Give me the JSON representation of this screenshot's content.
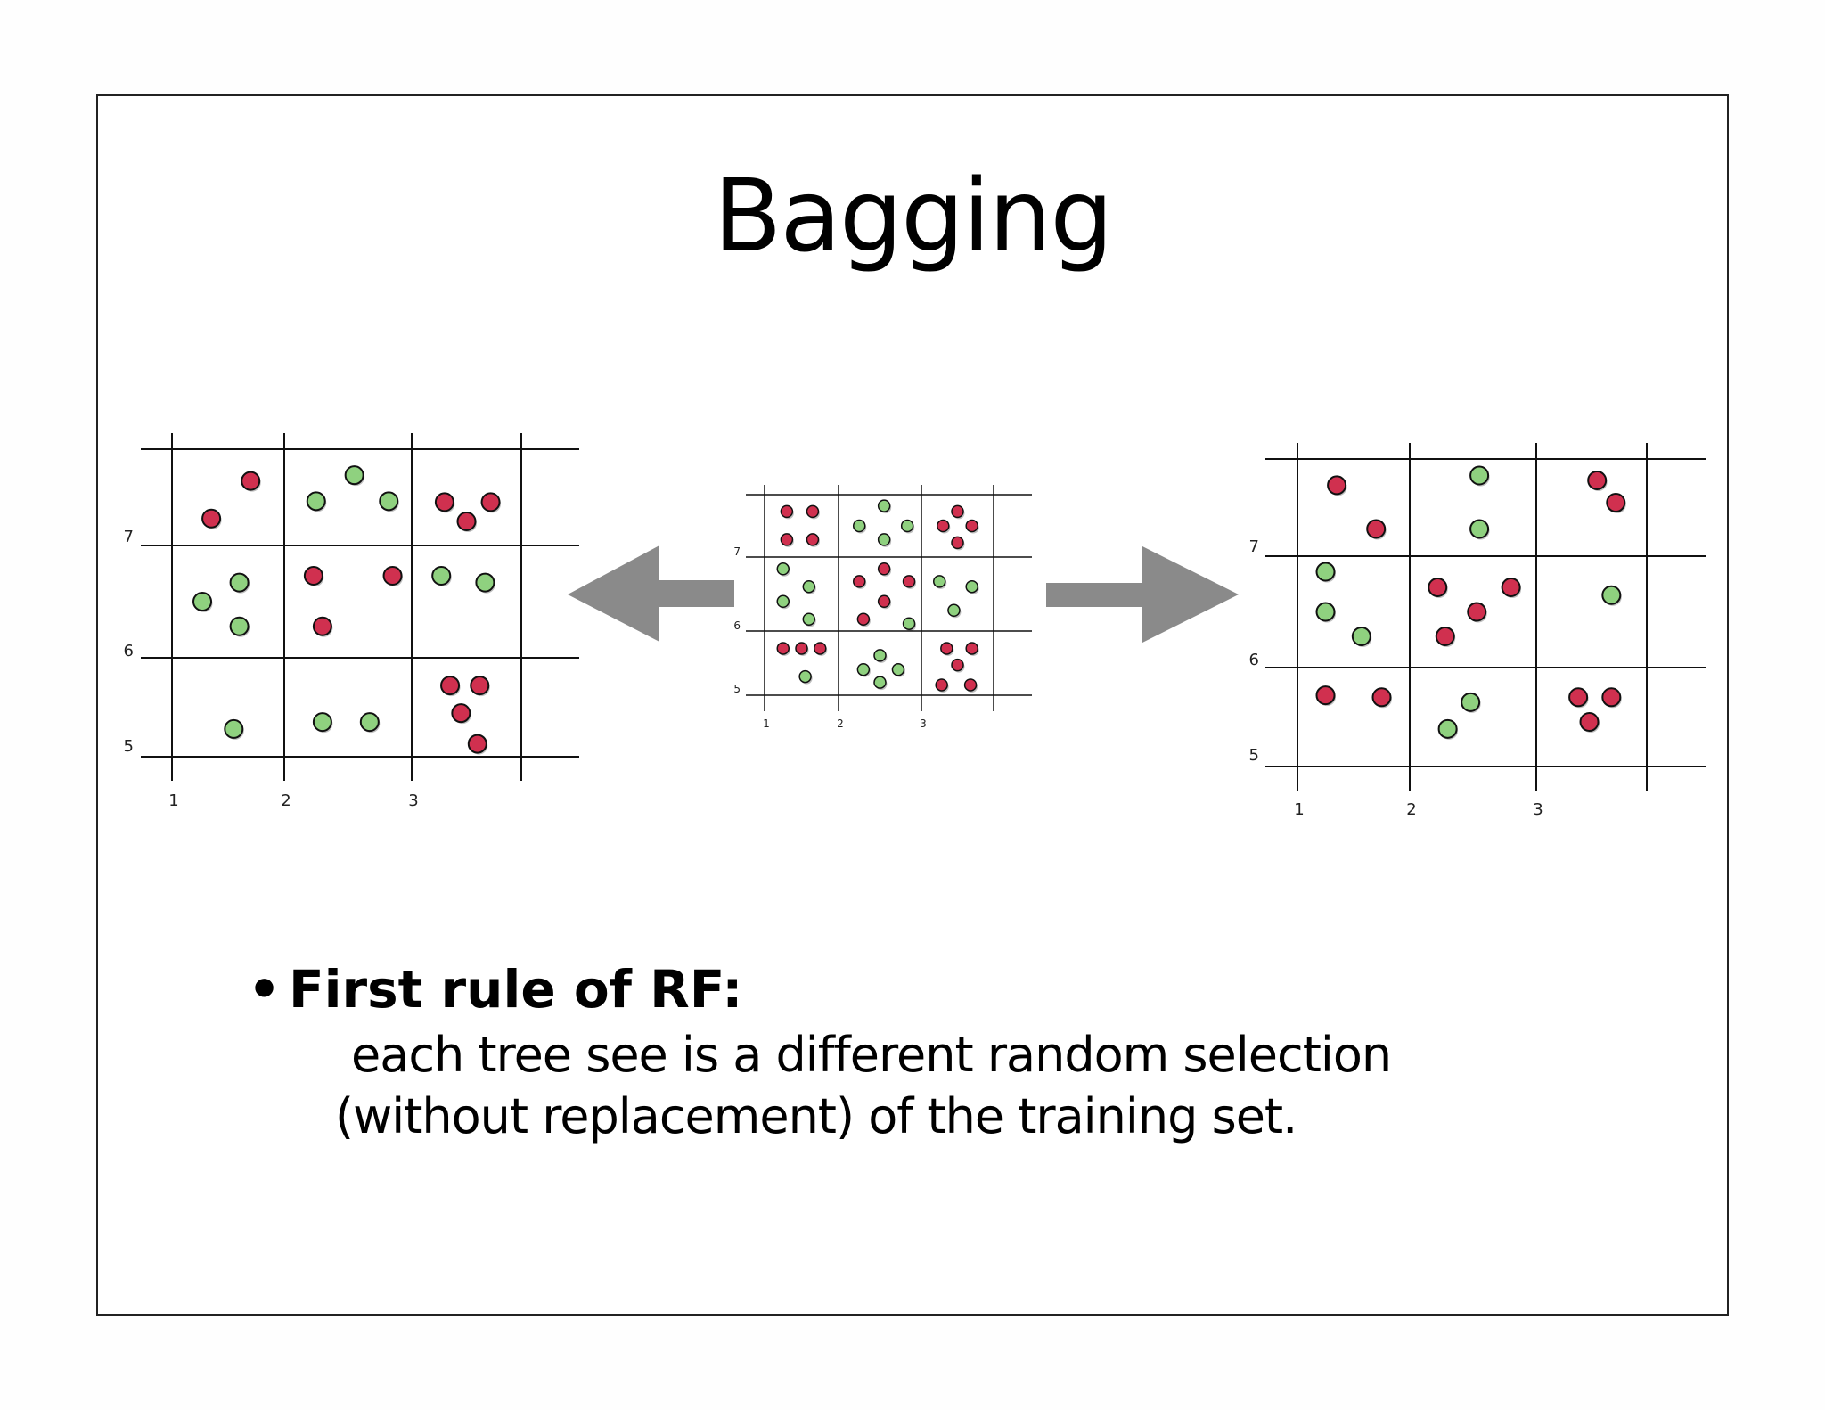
{
  "slide": {
    "title": "Bagging",
    "bullet": {
      "heading": "First rule of RF:",
      "line1": "each tree see is a different random selection",
      "line2": "(without replacement) of the training set."
    }
  },
  "colors": {
    "red": "#d0304f",
    "green": "#8fd17f",
    "arrow": "#8a8a8a",
    "grid": "#111111"
  },
  "diagrams": {
    "center": {
      "x_ticks": [
        "1",
        "2",
        "3"
      ],
      "y_ticks": [
        "7",
        "6",
        "5"
      ],
      "points": [
        {
          "x": 1.3,
          "y": 7.73,
          "c": "red"
        },
        {
          "x": 1.65,
          "y": 7.73,
          "c": "red"
        },
        {
          "x": 1.3,
          "y": 7.28,
          "c": "red"
        },
        {
          "x": 1.65,
          "y": 7.28,
          "c": "red"
        },
        {
          "x": 2.25,
          "y": 7.5,
          "c": "green"
        },
        {
          "x": 2.55,
          "y": 7.82,
          "c": "green"
        },
        {
          "x": 2.55,
          "y": 7.28,
          "c": "green"
        },
        {
          "x": 2.83,
          "y": 7.5,
          "c": "green"
        },
        {
          "x": 3.5,
          "y": 7.73,
          "c": "red"
        },
        {
          "x": 3.3,
          "y": 7.5,
          "c": "red"
        },
        {
          "x": 3.7,
          "y": 7.5,
          "c": "red"
        },
        {
          "x": 3.5,
          "y": 7.23,
          "c": "red"
        },
        {
          "x": 1.25,
          "y": 6.84,
          "c": "green"
        },
        {
          "x": 1.6,
          "y": 6.6,
          "c": "green"
        },
        {
          "x": 1.25,
          "y": 6.4,
          "c": "green"
        },
        {
          "x": 1.6,
          "y": 6.16,
          "c": "green"
        },
        {
          "x": 2.25,
          "y": 6.67,
          "c": "red"
        },
        {
          "x": 2.55,
          "y": 6.84,
          "c": "red"
        },
        {
          "x": 2.85,
          "y": 6.67,
          "c": "red"
        },
        {
          "x": 2.55,
          "y": 6.4,
          "c": "red"
        },
        {
          "x": 2.3,
          "y": 6.16,
          "c": "red"
        },
        {
          "x": 2.85,
          "y": 6.1,
          "c": "green"
        },
        {
          "x": 3.25,
          "y": 6.67,
          "c": "green"
        },
        {
          "x": 3.7,
          "y": 6.6,
          "c": "green"
        },
        {
          "x": 3.45,
          "y": 6.28,
          "c": "green"
        },
        {
          "x": 1.25,
          "y": 5.73,
          "c": "red"
        },
        {
          "x": 1.5,
          "y": 5.73,
          "c": "red"
        },
        {
          "x": 1.75,
          "y": 5.73,
          "c": "red"
        },
        {
          "x": 1.55,
          "y": 5.29,
          "c": "green"
        },
        {
          "x": 2.5,
          "y": 5.62,
          "c": "green"
        },
        {
          "x": 2.3,
          "y": 5.4,
          "c": "green"
        },
        {
          "x": 2.72,
          "y": 5.4,
          "c": "green"
        },
        {
          "x": 2.5,
          "y": 5.2,
          "c": "green"
        },
        {
          "x": 3.35,
          "y": 5.73,
          "c": "red"
        },
        {
          "x": 3.7,
          "y": 5.73,
          "c": "red"
        },
        {
          "x": 3.5,
          "y": 5.47,
          "c": "red"
        },
        {
          "x": 3.28,
          "y": 5.16,
          "c": "red"
        },
        {
          "x": 3.68,
          "y": 5.16,
          "c": "red"
        }
      ]
    },
    "left": {
      "x_ticks": [
        "1",
        "2",
        "3"
      ],
      "y_ticks": [
        "7",
        "6",
        "5"
      ],
      "points": [
        {
          "x": 1.7,
          "y": 7.67,
          "c": "red"
        },
        {
          "x": 1.35,
          "y": 7.28,
          "c": "red"
        },
        {
          "x": 2.25,
          "y": 7.46,
          "c": "green"
        },
        {
          "x": 2.55,
          "y": 7.73,
          "c": "green"
        },
        {
          "x": 2.82,
          "y": 7.46,
          "c": "green"
        },
        {
          "x": 3.3,
          "y": 7.45,
          "c": "red"
        },
        {
          "x": 3.5,
          "y": 7.25,
          "c": "red"
        },
        {
          "x": 3.72,
          "y": 7.45,
          "c": "red"
        },
        {
          "x": 1.6,
          "y": 6.67,
          "c": "green"
        },
        {
          "x": 1.27,
          "y": 6.5,
          "c": "green"
        },
        {
          "x": 1.6,
          "y": 6.28,
          "c": "green"
        },
        {
          "x": 2.23,
          "y": 6.73,
          "c": "red"
        },
        {
          "x": 2.85,
          "y": 6.73,
          "c": "red"
        },
        {
          "x": 2.3,
          "y": 6.28,
          "c": "red"
        },
        {
          "x": 3.27,
          "y": 6.73,
          "c": "green"
        },
        {
          "x": 3.67,
          "y": 6.67,
          "c": "green"
        },
        {
          "x": 1.55,
          "y": 5.28,
          "c": "green"
        },
        {
          "x": 2.3,
          "y": 5.35,
          "c": "green"
        },
        {
          "x": 2.67,
          "y": 5.35,
          "c": "green"
        },
        {
          "x": 3.35,
          "y": 5.72,
          "c": "red"
        },
        {
          "x": 3.62,
          "y": 5.72,
          "c": "red"
        },
        {
          "x": 3.45,
          "y": 5.44,
          "c": "red"
        },
        {
          "x": 3.6,
          "y": 5.13,
          "c": "red"
        }
      ]
    },
    "right": {
      "x_ticks": [
        "1",
        "2",
        "3"
      ],
      "y_ticks": [
        "7",
        "6",
        "5"
      ],
      "points": [
        {
          "x": 1.35,
          "y": 7.73,
          "c": "red"
        },
        {
          "x": 1.7,
          "y": 7.28,
          "c": "red"
        },
        {
          "x": 2.55,
          "y": 7.83,
          "c": "green"
        },
        {
          "x": 2.55,
          "y": 7.28,
          "c": "green"
        },
        {
          "x": 3.55,
          "y": 7.78,
          "c": "red"
        },
        {
          "x": 3.72,
          "y": 7.55,
          "c": "red"
        },
        {
          "x": 1.25,
          "y": 6.86,
          "c": "green"
        },
        {
          "x": 1.25,
          "y": 6.5,
          "c": "green"
        },
        {
          "x": 1.57,
          "y": 6.28,
          "c": "green"
        },
        {
          "x": 2.22,
          "y": 6.72,
          "c": "red"
        },
        {
          "x": 2.53,
          "y": 6.5,
          "c": "red"
        },
        {
          "x": 2.8,
          "y": 6.72,
          "c": "red"
        },
        {
          "x": 2.28,
          "y": 6.28,
          "c": "red"
        },
        {
          "x": 3.68,
          "y": 6.65,
          "c": "green"
        },
        {
          "x": 1.25,
          "y": 5.72,
          "c": "red"
        },
        {
          "x": 1.75,
          "y": 5.7,
          "c": "red"
        },
        {
          "x": 2.48,
          "y": 5.65,
          "c": "green"
        },
        {
          "x": 2.3,
          "y": 5.38,
          "c": "green"
        },
        {
          "x": 3.38,
          "y": 5.7,
          "c": "red"
        },
        {
          "x": 3.68,
          "y": 5.7,
          "c": "red"
        },
        {
          "x": 3.48,
          "y": 5.45,
          "c": "red"
        }
      ]
    }
  }
}
